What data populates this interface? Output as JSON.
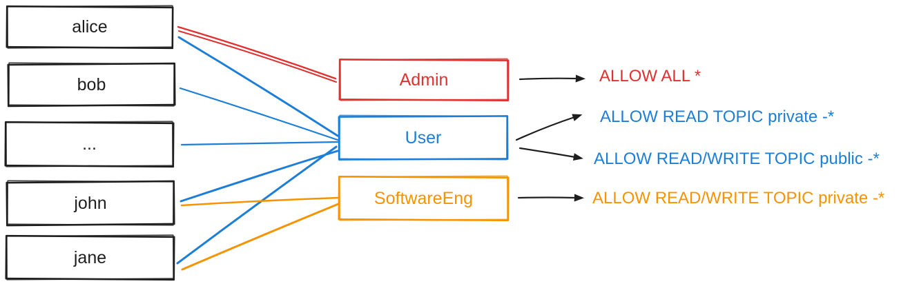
{
  "colors": {
    "black": "#1e1e1e",
    "red": "#e03131",
    "blue": "#1c7ed6",
    "orange": "#f59300",
    "background": "#ffffff"
  },
  "diagram": {
    "users": [
      {
        "label": "alice"
      },
      {
        "label": "bob"
      },
      {
        "label": "..."
      },
      {
        "label": "john"
      },
      {
        "label": "jane"
      }
    ],
    "roles": [
      {
        "label": "Admin",
        "color": "#e03131"
      },
      {
        "label": "User",
        "color": "#1c7ed6"
      },
      {
        "label": "SoftwareEng",
        "color": "#f59300"
      }
    ],
    "permissions": [
      {
        "label": "ALLOW ALL *",
        "color": "#e03131"
      },
      {
        "label": "ALLOW READ TOPIC private -*",
        "color": "#1c7ed6"
      },
      {
        "label": "ALLOW READ/WRITE TOPIC public -*",
        "color": "#1c7ed6"
      },
      {
        "label": "ALLOW READ/WRITE TOPIC private -*",
        "color": "#f59300"
      }
    ],
    "edges": {
      "user_to_role": [
        {
          "from": "alice",
          "to": "Admin",
          "color": "#e03131"
        },
        {
          "from": "alice",
          "to": "User",
          "color": "#1c7ed6"
        },
        {
          "from": "bob",
          "to": "User",
          "color": "#1c7ed6"
        },
        {
          "from": "...",
          "to": "User",
          "color": "#1c7ed6"
        },
        {
          "from": "john",
          "to": "User",
          "color": "#1c7ed6"
        },
        {
          "from": "jane",
          "to": "User",
          "color": "#1c7ed6"
        },
        {
          "from": "john",
          "to": "SoftwareEng",
          "color": "#f59300"
        },
        {
          "from": "jane",
          "to": "SoftwareEng",
          "color": "#f59300"
        }
      ],
      "role_to_permission": [
        {
          "from": "Admin",
          "to": "ALLOW ALL *"
        },
        {
          "from": "User",
          "to": "ALLOW READ TOPIC private -*"
        },
        {
          "from": "User",
          "to": "ALLOW READ/WRITE TOPIC public -*"
        },
        {
          "from": "SoftwareEng",
          "to": "ALLOW READ/WRITE TOPIC private -*"
        }
      ]
    }
  }
}
